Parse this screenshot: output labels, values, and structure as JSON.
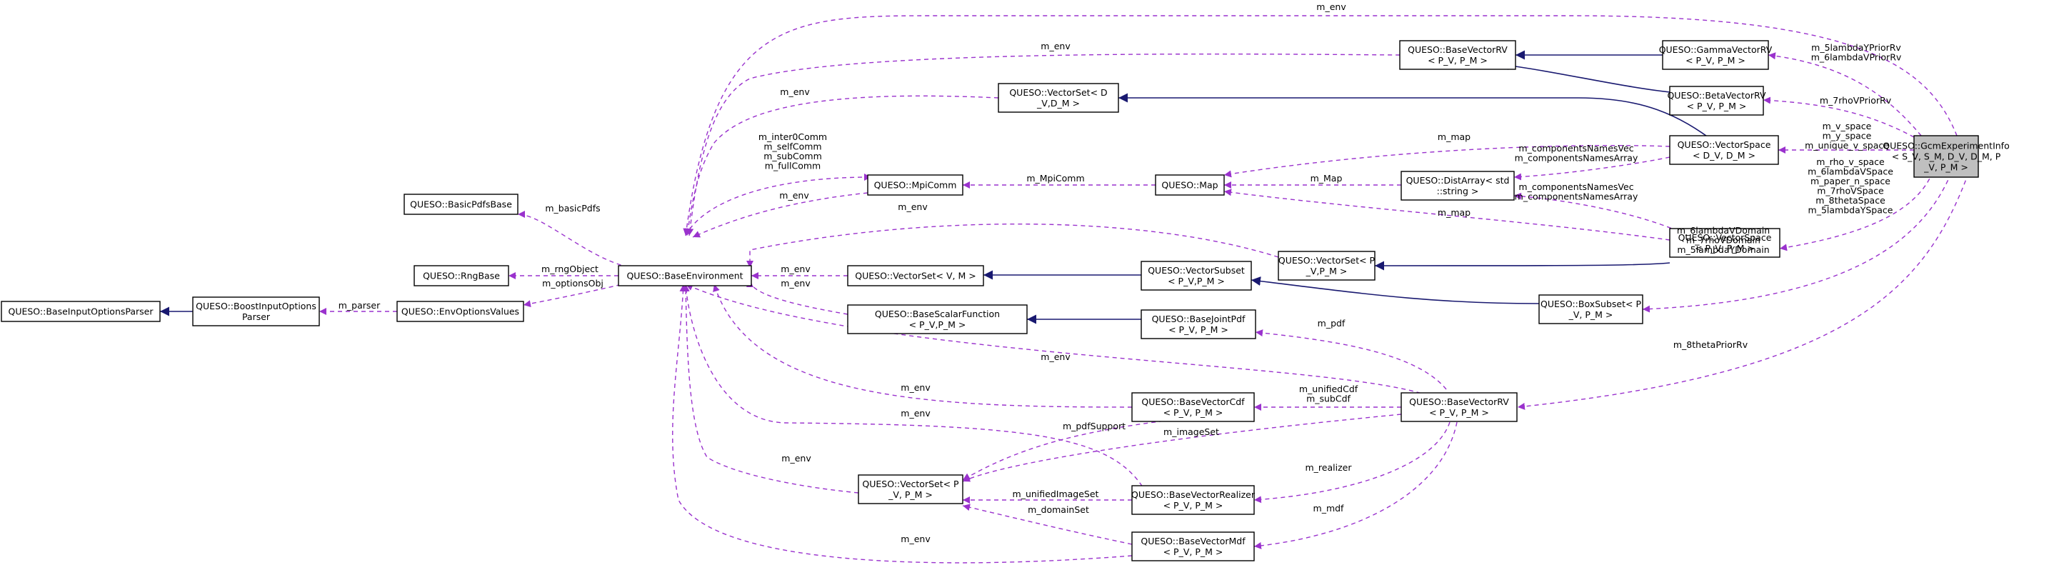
{
  "nodes": {
    "gcm": [
      "QUESO::GcmExperimentInfo",
      "< S_V, S_M, D_V, D_M, P",
      "_V, P_M >"
    ],
    "base_vector_rv_top": [
      "QUESO::BaseVectorRV",
      "< P_V, P_M >"
    ],
    "gamma_vector_rv": [
      "QUESO::GammaVectorRV",
      "< P_V, P_M >"
    ],
    "beta_vector_rv": [
      "QUESO::BetaVectorRV",
      "< P_V, P_M >"
    ],
    "vector_set_dvdm": [
      "QUESO::VectorSet< D",
      "_V,D_M >"
    ],
    "vector_space_dvdm": [
      "QUESO::VectorSpace",
      "< D_V, D_M >"
    ],
    "map": [
      "QUESO::Map"
    ],
    "dist_array": [
      "QUESO::DistArray< std",
      "::string >"
    ],
    "mpi_comm": [
      "QUESO::MpiComm"
    ],
    "base_environment": [
      "QUESO::BaseEnvironment"
    ],
    "basic_pdfs_base": [
      "QUESO::BasicPdfsBase"
    ],
    "rng_base": [
      "QUESO::RngBase"
    ],
    "env_options_values": [
      "QUESO::EnvOptionsValues"
    ],
    "boost_input_options_parser": [
      "QUESO::BoostInputOptions",
      "Parser"
    ],
    "base_input_options_parser": [
      "QUESO::BaseInputOptionsParser"
    ],
    "vector_set_vm": [
      "QUESO::VectorSet< V, M >"
    ],
    "vector_subset": [
      "QUESO::VectorSubset",
      "< P_V,P_M >"
    ],
    "vector_set_pvpm_top": [
      "QUESO::VectorSet< P",
      "_V,P_M >"
    ],
    "vector_space_pvpm": [
      "QUESO::VectorSpace",
      "< P_V, P_M >"
    ],
    "box_subset": [
      "QUESO::BoxSubset< P",
      "_V, P_M >"
    ],
    "base_scalar_function": [
      "QUESO::BaseScalarFunction",
      "< P_V,P_M >"
    ],
    "base_joint_pdf": [
      "QUESO::BaseJointPdf",
      "< P_V, P_M >"
    ],
    "base_vector_rv_bottom": [
      "QUESO::BaseVectorRV",
      "< P_V, P_M >"
    ],
    "base_vector_cdf": [
      "QUESO::BaseVectorCdf",
      "< P_V, P_M >"
    ],
    "vector_set_pvpm_bottom": [
      "QUESO::VectorSet< P",
      "_V, P_M >"
    ],
    "base_vector_realizer": [
      "QUESO::BaseVectorRealizer",
      "< P_V, P_M >"
    ],
    "base_vector_mdf": [
      "QUESO::BaseVectorMdf",
      "< P_V, P_M >"
    ]
  },
  "edge_labels": {
    "env_top": [
      "m_env"
    ],
    "env_bvrv_top": [
      "m_env"
    ],
    "env_vset_dvdm": [
      "m_env"
    ],
    "mpi_members": [
      "m_inter0Comm",
      "m_selfComm",
      "m_subComm",
      "m_fullComm"
    ],
    "env_mpicomm": [
      "m_env"
    ],
    "mpicomm_map": [
      "m_MpiComm"
    ],
    "map_vspace_dvdm": [
      "m_map"
    ],
    "components_dvdm": [
      "m_componentsNamesVec",
      "m_componentsNamesArray"
    ],
    "map_distarray": [
      "m_Map"
    ],
    "map_vspace_pvpm": [
      "m_map"
    ],
    "components_pvpm": [
      "m_componentsNamesVec",
      "m_componentsNamesArray"
    ],
    "basic_pdfs": [
      "m_basicPdfs"
    ],
    "rng_object": [
      "m_rngObject"
    ],
    "options_obj": [
      "m_optionsObj"
    ],
    "parser": [
      "m_parser"
    ],
    "env_vset_pvpm_top": [
      "m_env"
    ],
    "env_vset_vm": [
      "m_env"
    ],
    "env_scalar_fn": [
      "m_env"
    ],
    "gamma_rv": [
      "m_5lambdaYPriorRv",
      "m_6lambdaVPriorRv"
    ],
    "beta_rv": [
      "m_7rhoVPriorRv"
    ],
    "spaces_dvdm": [
      "m_v_space",
      "m_y_space",
      "m_unique_v_space"
    ],
    "spaces_pvpm": [
      "m_rho_v_space",
      "m_6lambdaVSpace",
      "m_paper_n_space",
      "m_7rhoVSpace",
      "m_8thetaSpace",
      "m_5lambdaYSpace"
    ],
    "domains": [
      "m_6lambdaVDomain",
      "m_7rhoVDomain",
      "m_5lambdaYDomain"
    ],
    "theta_rv": [
      "m_8thetaPriorRv"
    ],
    "pdf": [
      "m_pdf"
    ],
    "env_bvrv_bottom": [
      "m_env"
    ],
    "env_cdf": [
      "m_env"
    ],
    "cdfs": [
      "m_unifiedCdf",
      "m_subCdf"
    ],
    "env_realizer": [
      "m_env"
    ],
    "pdf_support": [
      "m_pdfSupport"
    ],
    "image_set": [
      "m_imageSet"
    ],
    "realizer": [
      "m_realizer"
    ],
    "env_vset_bottom": [
      "m_env"
    ],
    "unified_image_set": [
      "m_unifiedImageSet"
    ],
    "mdf": [
      "m_mdf"
    ],
    "domain_set": [
      "m_domainSet"
    ],
    "env_mdf": [
      "m_env"
    ]
  },
  "colors": {
    "inheritance_edge": "#191970",
    "member_edge": "#9a32cd",
    "highlight_fill": "#bfbfbf"
  }
}
